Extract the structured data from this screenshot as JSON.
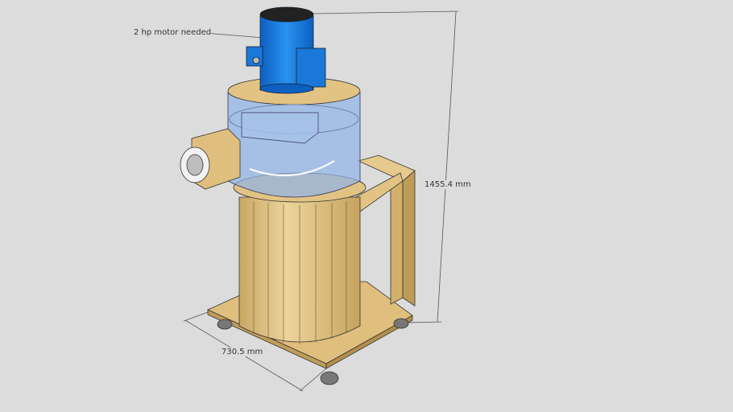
{
  "model": {
    "annotation_motor": "2 hp motor needed",
    "dimension_height": "1455.4 mm",
    "dimension_width": "730.5 mm"
  },
  "colors": {
    "background": "#dcdcdc",
    "wood": "#e3c383",
    "wood_dark": "#c9a764",
    "motor_blue": "#1e7fe0",
    "acrylic": "#8fb3e8"
  }
}
